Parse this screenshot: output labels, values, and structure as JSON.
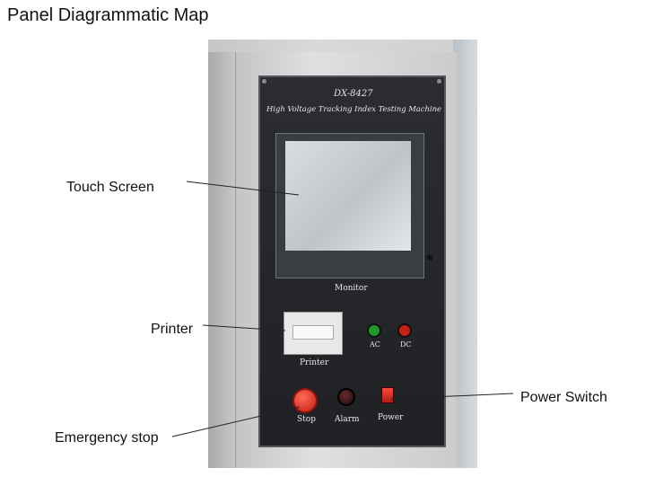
{
  "title": "Panel Diagrammatic Map",
  "callouts": {
    "touch_screen": "Touch Screen",
    "printer": "Printer",
    "emergency_stop": "Emergency stop",
    "power_switch": "Power Switch"
  },
  "panel": {
    "model": "DX-8427",
    "machine_name": "High Voltage Tracking Index Testing Machine",
    "monitor_label": "Monitor",
    "printer_label": "Printer",
    "ac_label": "AC",
    "dc_label": "DC",
    "stop_label": "Stop",
    "alarm_label": "Alarm",
    "power_label": "Power"
  },
  "colors": {
    "panel_bg": "#222428",
    "ac_lamp": "#1f9a2a",
    "dc_lamp": "#c81f14",
    "stop_button": "#d62618"
  }
}
